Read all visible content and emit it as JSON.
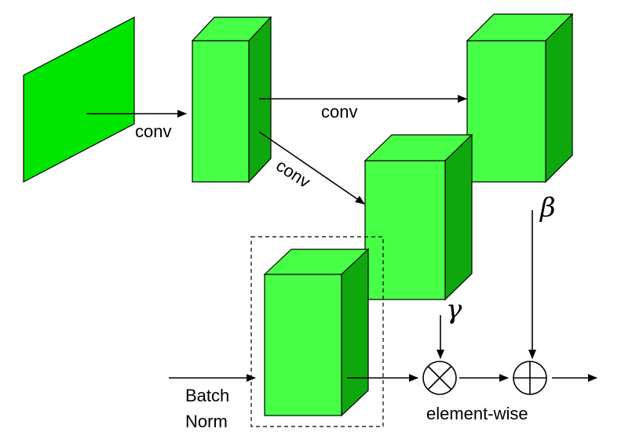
{
  "colors": {
    "face_front": "#47ff47",
    "face_top": "#47ff47",
    "face_side": "#0ea80e",
    "sheet": "#00e600",
    "stroke": "#000000"
  },
  "labels": {
    "conv_1": "conv",
    "conv_2": "conv",
    "conv_3": "conv",
    "beta": "β",
    "gamma": "γ",
    "batch": "Batch",
    "norm": "Norm",
    "elementwise": "element-wise"
  },
  "operators": {
    "multiply": "⊗",
    "add": "⊕"
  }
}
